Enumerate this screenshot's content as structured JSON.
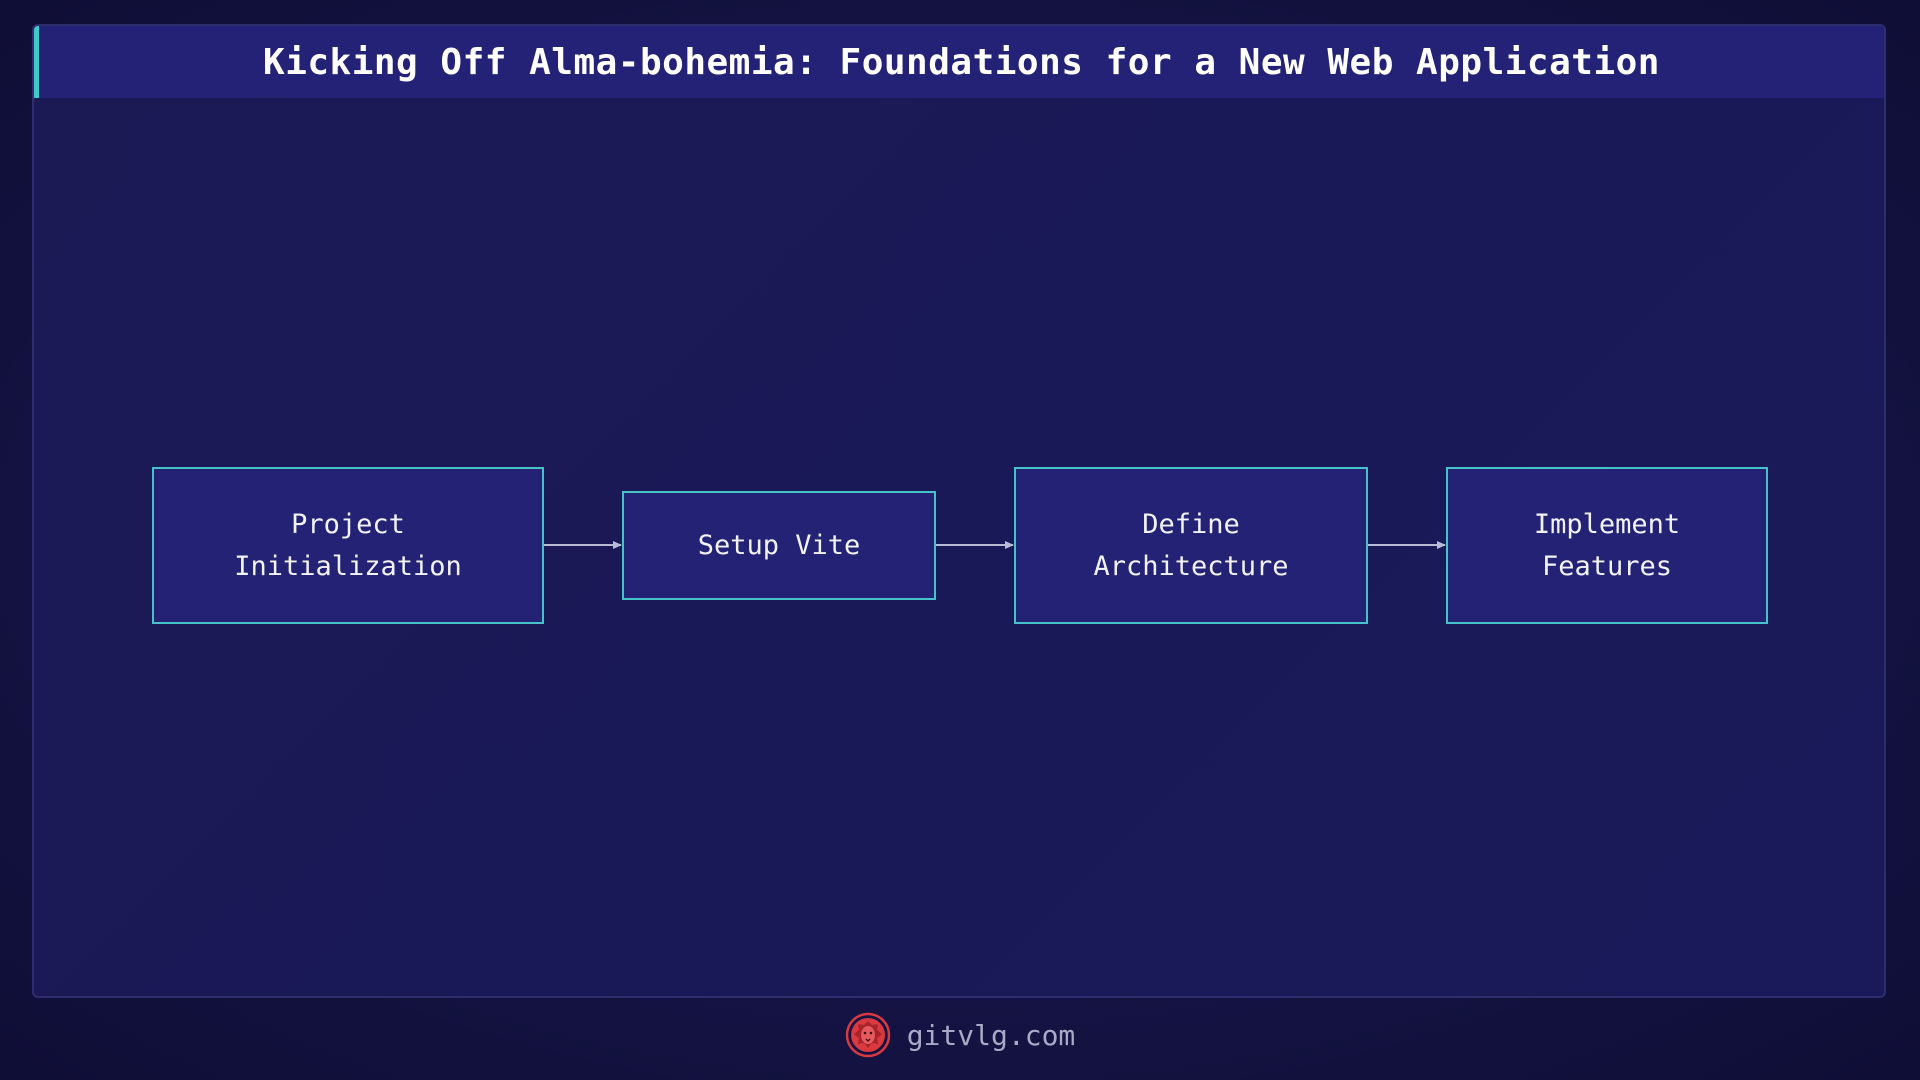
{
  "header": {
    "title": "Kicking Off Alma-bohemia: Foundations for a New Web Application"
  },
  "diagram": {
    "nodes": [
      {
        "id": "node-1",
        "label": "Project\nInitialization"
      },
      {
        "id": "node-2",
        "label": "Setup Vite"
      },
      {
        "id": "node-3",
        "label": "Define\nArchitecture"
      },
      {
        "id": "node-4",
        "label": "Implement\nFeatures"
      }
    ],
    "edges": [
      {
        "from": "node-1",
        "to": "node-2"
      },
      {
        "from": "node-2",
        "to": "node-3"
      },
      {
        "from": "node-3",
        "to": "node-4"
      }
    ]
  },
  "footer": {
    "site": "gitvlg.com",
    "logo_icon": "lion-logo-icon"
  },
  "colors": {
    "background": "#141343",
    "title_bar": "#242276",
    "accent": "#41c9c9",
    "node_fill": "#242275",
    "node_border": "#45c3c9",
    "arrow": "#b9bbd6",
    "logo": "#d9393f"
  }
}
